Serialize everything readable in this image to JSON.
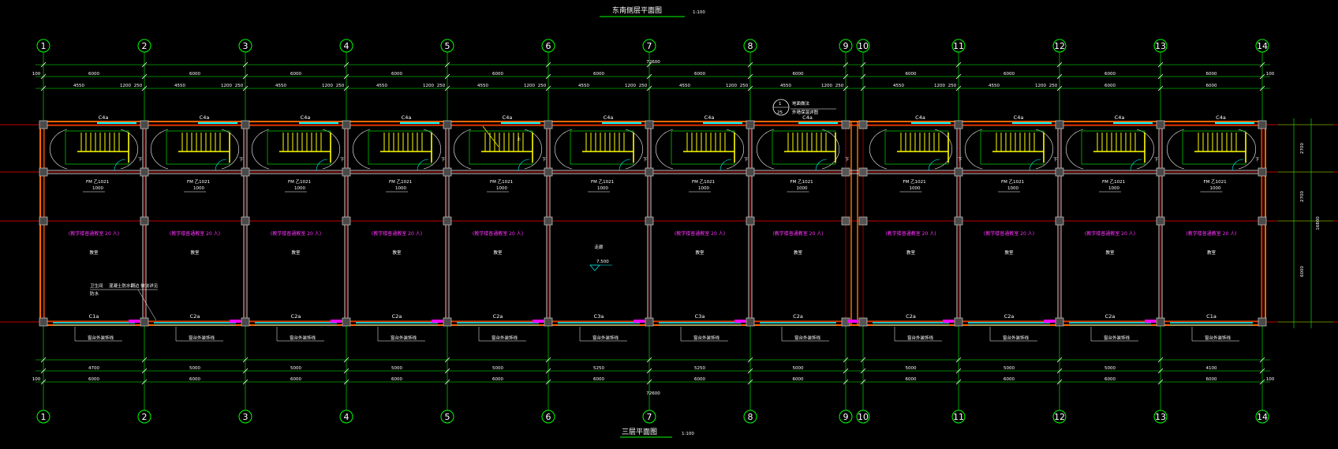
{
  "top_title": "东南侧层平面图",
  "top_scale": "1:100",
  "bottom_title": "三层平面图",
  "bottom_scale": "1:100",
  "axes": [
    "1",
    "2",
    "3",
    "4",
    "5",
    "6",
    "7",
    "8",
    "9",
    "10",
    "11",
    "12",
    "13",
    "14"
  ],
  "overall_dim": "72600",
  "top_bay_dims": [
    "6000",
    "6000",
    "6000",
    "6000",
    "6000",
    "6000",
    "6000",
    "6000",
    "6000",
    "6000",
    "6000",
    "6000"
  ],
  "top_sub_dims": [
    [
      "4550",
      "1200",
      "250"
    ],
    [
      "4550",
      "1200",
      "250"
    ],
    [
      "4550",
      "1200",
      "250"
    ],
    [
      "4550",
      "1200",
      "250"
    ],
    [
      "4550",
      "1200",
      "250"
    ],
    [
      "4550",
      "1200",
      "250"
    ],
    [
      "4550",
      "1200",
      "250"
    ],
    [
      "4550",
      "1200",
      "250"
    ],
    [
      "4550",
      "1200",
      "250"
    ],
    [
      "4550",
      "1200",
      "250"
    ],
    [
      "6000"
    ],
    [
      "6000"
    ]
  ],
  "bottom_bay_dims": [
    "6000",
    "6000",
    "6000",
    "6000",
    "6000",
    "6000",
    "6000",
    "6000",
    "6000",
    "6000",
    "6000",
    "6000"
  ],
  "bottom_sub_dims": [
    "4700",
    "5000",
    "5000",
    "5000",
    "5000",
    "5250",
    "5250",
    "5000",
    "5000",
    "5000",
    "5000",
    "4100"
  ],
  "edge_dim": "100",
  "right_dims": [
    "2700",
    "2700",
    "6000"
  ],
  "right_total": "16800",
  "top_window_label": "C4a",
  "bottom_window_labels": [
    "C1a",
    "C2a",
    "C2a",
    "C2a",
    "C2a",
    "C3a",
    "C3a",
    "C2a",
    "C2a",
    "C2a",
    "C2a",
    "C1a"
  ],
  "door_label": "FM 乙1021",
  "door_width": "1000",
  "room_label": "(教学楼普通教室    20 人)",
  "room_name": "教室",
  "center_room": "走廊",
  "elevation": "7.500",
  "stair_down": "下",
  "stair_up": "上",
  "detail_ref": [
    "1",
    "25"
  ],
  "detail_note": [
    "地面做法",
    "外墙保温详图"
  ],
  "note_lines": [
    "卫生间",
    "混凝土防水翻边 做法详见",
    "防水"
  ],
  "sill_label": "窗台外装饰线"
}
